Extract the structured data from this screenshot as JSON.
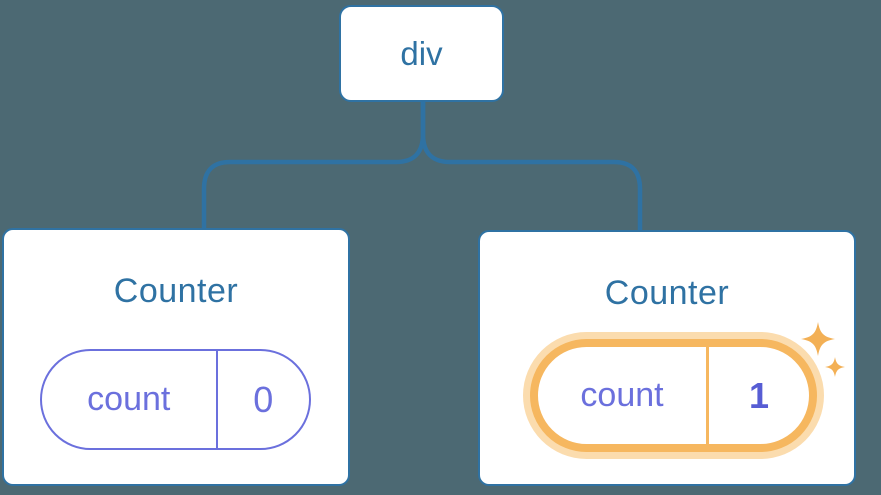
{
  "diagram": {
    "type": "react-component-tree",
    "colors": {
      "background": "#4c6973",
      "blue": "#2f72a3",
      "purple": "#6b70dd",
      "purple_bold": "#575dd4",
      "orange": "#f6b75f",
      "orange_glow": "#fbdcae",
      "sparkle": "#f3b055",
      "card_bg": "#ffffff"
    },
    "root": {
      "label": "div"
    },
    "children": [
      {
        "title": "Counter",
        "state": {
          "key": "count",
          "value": "0"
        },
        "highlighted": false
      },
      {
        "title": "Counter",
        "state": {
          "key": "count",
          "value": "1"
        },
        "highlighted": true,
        "badge_icon": "sparkles-icon"
      }
    ]
  }
}
